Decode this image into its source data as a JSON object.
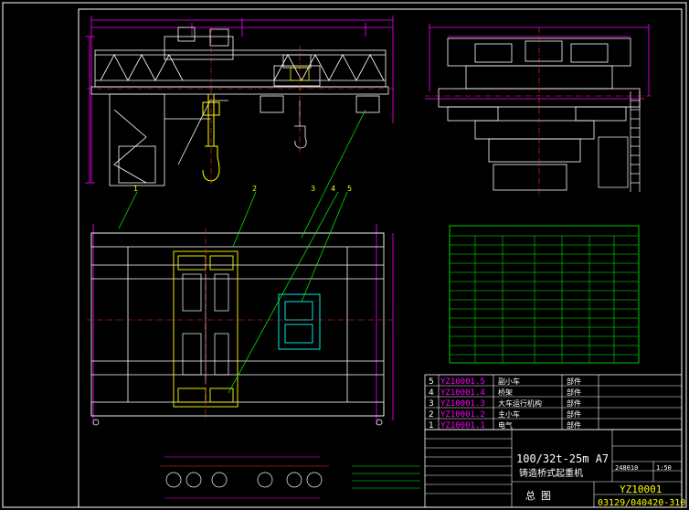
{
  "colors": {
    "background": "#000000",
    "frame": "#ffffff",
    "structure": "#ffffff",
    "dimension": "#ff00ff",
    "center_line": "#ff3030",
    "hook": "#ffff00",
    "trolley": "#00ffff",
    "leader": "#00ff00",
    "table_line": "#00ff00",
    "table_text": "#ffffff",
    "part_code": "#ff00ff",
    "title_text": "#ffff00"
  },
  "callouts": [
    "1",
    "2",
    "3",
    "4",
    "5"
  ],
  "bom": {
    "rows": [
      {
        "no": "5",
        "code": "YZ10001.5",
        "name": "副小车",
        "type": "部件"
      },
      {
        "no": "4",
        "code": "YZ10001.4",
        "name": "桥架",
        "type": "部件"
      },
      {
        "no": "3",
        "code": "YZ10001.3",
        "name": "大车运行机构",
        "type": "部件"
      },
      {
        "no": "2",
        "code": "YZ10001.2",
        "name": "主小车",
        "type": "部件"
      },
      {
        "no": "1",
        "code": "YZ10001.1",
        "name": "电气",
        "type": "部件"
      }
    ]
  },
  "title_block": {
    "spec": "100/32t-25m A7",
    "name": "铸造桥式起重机",
    "drawing_title": "总图",
    "drawing_no": "YZ10001",
    "doc_code": "03129/040420-310",
    "weight": "248010",
    "scale": "1:50"
  }
}
